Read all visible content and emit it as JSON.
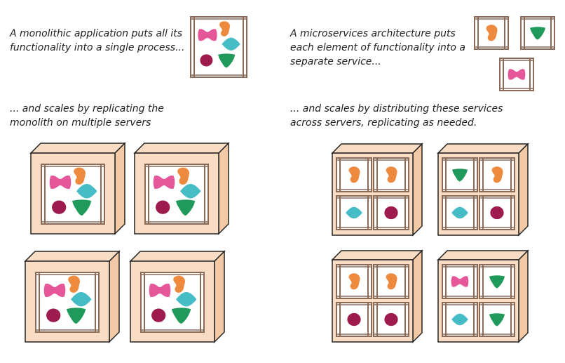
{
  "captions": {
    "mono_intro": [
      "A monolithic application puts all its",
      "functionality into a single process..."
    ],
    "mono_scale": [
      "... and scales by replicating the",
      "monolith on multiple servers"
    ],
    "micro_intro": [
      "A microservices architecture puts",
      "each element of functionality into a",
      "separate service..."
    ],
    "micro_scale": [
      "... and scales by distributing these services",
      "across servers, replicating as needed."
    ]
  },
  "colors": {
    "server_fill": "#f9dcc4",
    "server_side": "#f3c9a6",
    "stroke": "#222222",
    "frame_brown": "#8b6a58",
    "pink": "#e6579a",
    "orange": "#ee8a3e",
    "teal": "#46bcc7",
    "maroon": "#9e1b4d",
    "green": "#1f9a5a"
  },
  "shape_icons": {
    "pink": "pink-bowtie-icon",
    "orange": "orange-bean-icon",
    "teal": "teal-diamond-icon",
    "maroon": "maroon-circle-icon",
    "green": "green-triangle-icon"
  },
  "monolith": {
    "functions": [
      "pink",
      "orange",
      "teal",
      "maroon",
      "green"
    ]
  },
  "microservices": {
    "services": [
      "orange",
      "green",
      "pink"
    ],
    "server_assignments": [
      [
        "orange",
        "orange",
        "teal",
        "maroon"
      ],
      [
        "green",
        "orange",
        "teal",
        "maroon"
      ],
      [
        "orange",
        "orange",
        "maroon",
        "maroon"
      ],
      [
        "pink",
        "green",
        "teal",
        "green"
      ]
    ]
  },
  "monolith_server_count": 4
}
